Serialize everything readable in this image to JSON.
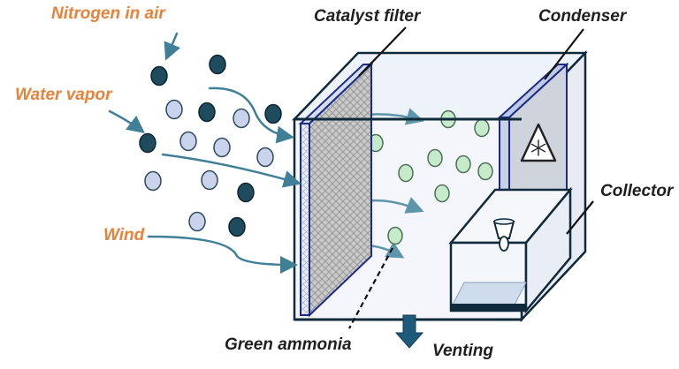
{
  "labels": {
    "nitrogen": "Nitrogen in air",
    "water_vapor": "Water vapor",
    "wind": "Wind",
    "catalyst": "Catalyst filter",
    "condenser": "Condenser",
    "collector": "Collector",
    "ammonia": "Green ammonia",
    "venting": "Venting"
  },
  "colors": {
    "accent_label": "#e8813a",
    "nitrogen": "#1e4b5e",
    "water": "#c9d3ec",
    "ammonia": "#c5ebcb",
    "arrow": "#3f7f97",
    "frame": "#0f2a3a"
  },
  "icons": {
    "warning": "snowflake-warning-icon",
    "venting": "down-arrow-icon"
  }
}
